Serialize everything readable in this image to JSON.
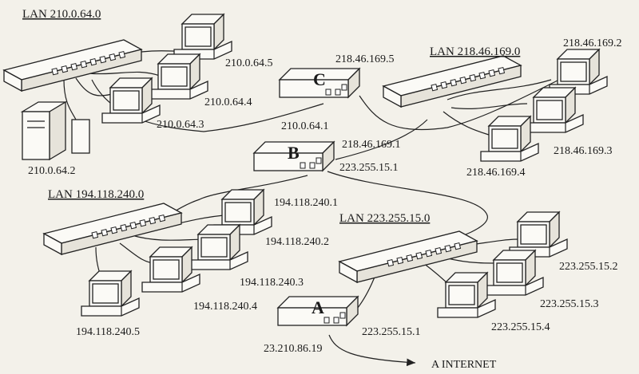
{
  "lans": {
    "lan1": "LAN 210.0.64.0",
    "lan2": "LAN 218.46.169.0",
    "lan3": "LAN 194.118.240.0",
    "lan4": "LAN 223.255.15.0"
  },
  "routers": {
    "a": "A",
    "b": "B",
    "c": "C"
  },
  "hosts": {
    "h210_5": "210.0.64.5",
    "h210_4": "210.0.64.4",
    "h210_3": "210.0.64.3",
    "h210_2": "210.0.64.2",
    "h218_2": "218.46.169.2",
    "h218_3": "218.46.169.3",
    "h218_4": "218.46.169.4",
    "h194_2": "194.118.240.2",
    "h194_3": "194.118.240.3",
    "h194_4": "194.118.240.4",
    "h194_5": "194.118.240.5",
    "h223_2": "223.255.15.2",
    "h223_3": "223.255.15.3",
    "h223_4": "223.255.15.4"
  },
  "router_ips": {
    "c_218": "218.46.169.5",
    "c_210": "210.0.64.1",
    "b_218": "218.46.169.1",
    "b_223": "223.255.15.1",
    "b_194": "194.118.240.1",
    "a_223": "223.255.15.1",
    "a_ext": "23.210.86.19"
  },
  "internet": "A INTERNET"
}
